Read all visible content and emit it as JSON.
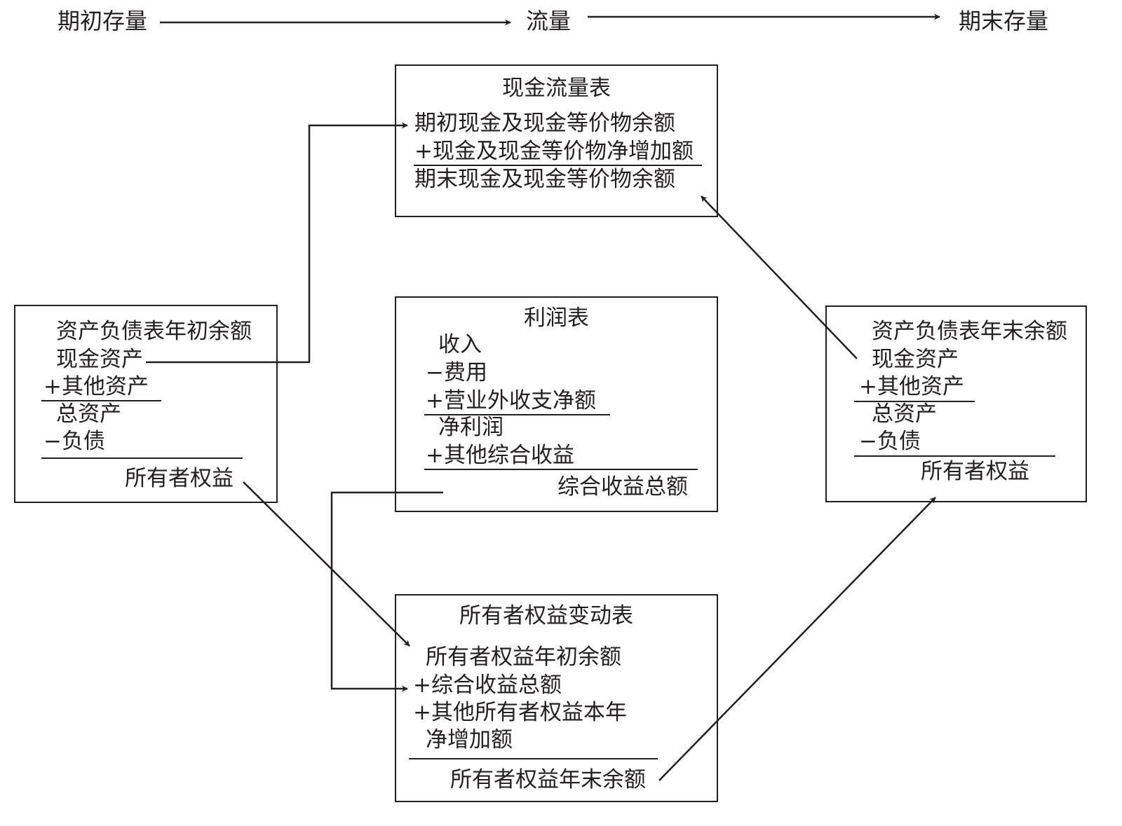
{
  "timeline": {
    "start": "期初存量",
    "middle": "流量",
    "end": "期末存量"
  },
  "cash_flow": {
    "title": "现金流量表",
    "lines": [
      "期初现金及现金等价物余额",
      "+现金及现金等价物净增加额",
      "期末现金及现金等价物余额"
    ]
  },
  "balance_begin": {
    "title": "资产负债表年初余额",
    "lines": [
      "现金资产",
      "+其他资产",
      "总资产",
      "−负债",
      "所有者权益"
    ]
  },
  "income": {
    "title": "利润表",
    "lines": [
      "收入",
      "−费用",
      "+营业外收支净额",
      "净利润",
      "+其他综合收益",
      "综合收益总额"
    ]
  },
  "balance_end": {
    "title": "资产负债表年末余额",
    "lines": [
      "现金资产",
      "+其他资产",
      "总资产",
      "−负债",
      "所有者权益"
    ]
  },
  "equity_change": {
    "title": "所有者权益变动表",
    "lines": [
      "所有者权益年初余额",
      "+综合收益总额",
      "+其他所有者权益本年",
      "净增加额",
      "所有者权益年末余额"
    ]
  }
}
